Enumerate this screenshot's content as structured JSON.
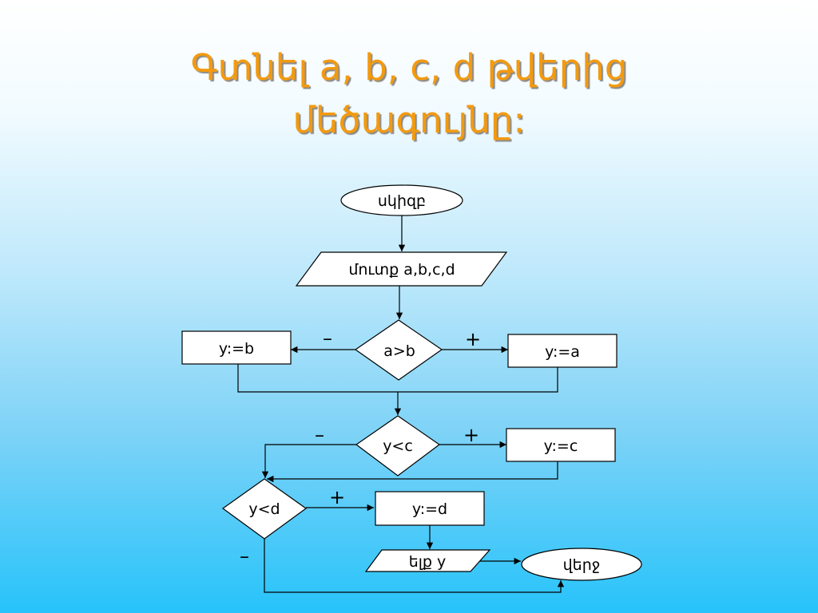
{
  "title": {
    "line1": "Գտնել a, b, c, d թվերից",
    "line2": "մեծագույնը:"
  },
  "flowchart": {
    "start": "սկիզբ",
    "input": "մուտք a,b,c,d",
    "cond1": "a>b",
    "assign_b": "y:=b",
    "assign_a": "y:=a",
    "cond2": "y<c",
    "assign_c": "y:=c",
    "cond3": "y<d",
    "assign_d": "y:=d",
    "output": "ելք y",
    "end": "վերջ",
    "sign_minus": "–",
    "sign_plus": "+"
  }
}
